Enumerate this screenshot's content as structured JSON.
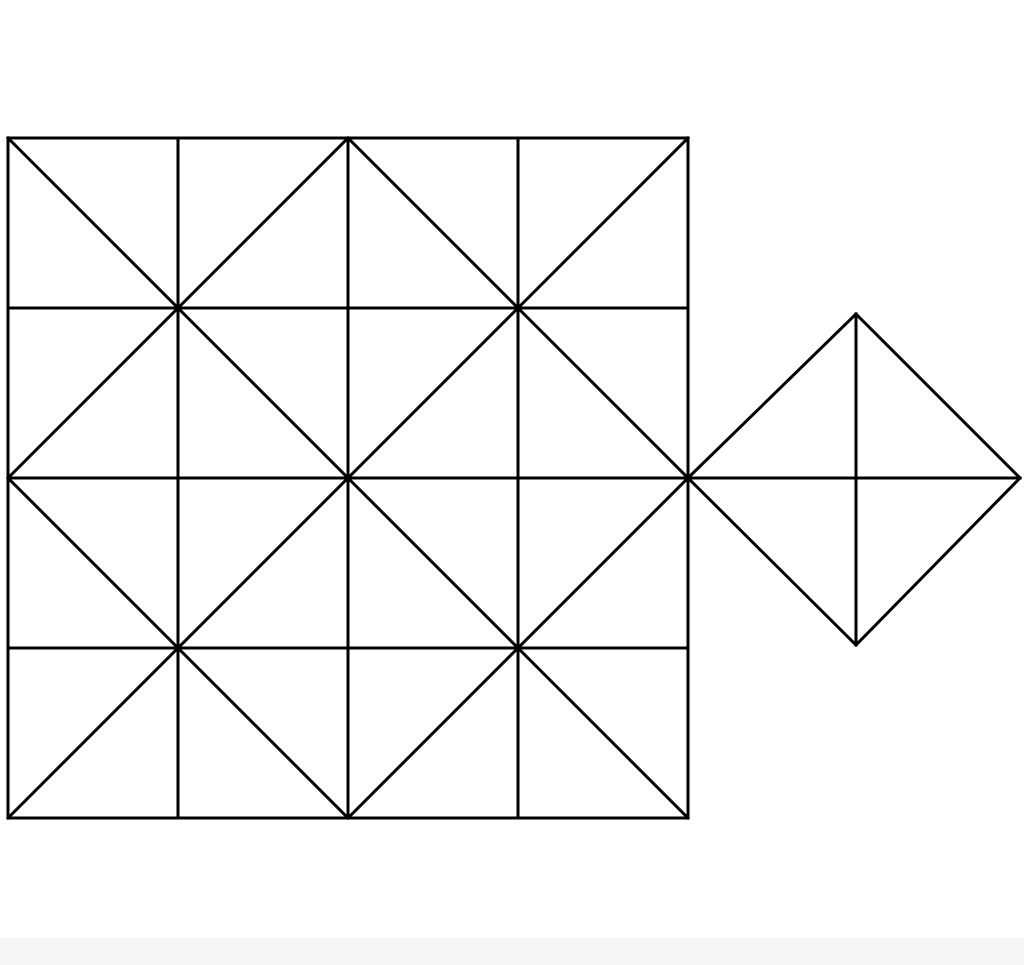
{
  "figure": {
    "stroke_color": "#000000",
    "background_color": "#ffffff",
    "bottom_strip_color": "#f5f5f5",
    "grid": {
      "rows": 4,
      "columns": 4,
      "diagonal_pattern": [
        [
          "\\",
          "/",
          "\\",
          "/"
        ],
        [
          "/",
          "\\",
          "/",
          "\\"
        ],
        [
          "\\",
          "/",
          "\\",
          "/"
        ],
        [
          "/",
          "\\",
          "/",
          "\\"
        ]
      ]
    },
    "diamond": {
      "attached_to": "right-middle-vertex-of-grid",
      "has_vertical_diagonal": true,
      "has_horizontal_diagonal": true
    }
  }
}
